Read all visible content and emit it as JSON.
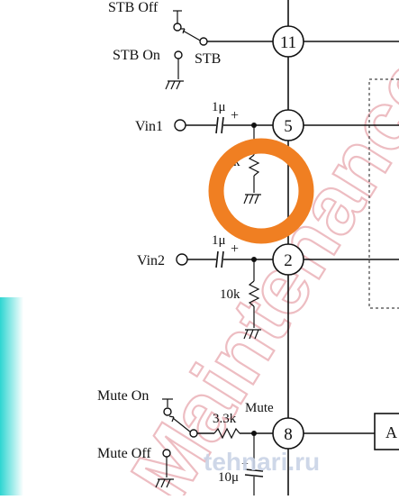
{
  "pins": {
    "p11": "11",
    "p5": "5",
    "p2": "2",
    "p8": "8"
  },
  "labels": {
    "stb_off": "STB Off",
    "stb_on": "STB On",
    "stb": "STB",
    "vin1": "Vin1",
    "vin2": "Vin2",
    "mute_on": "Mute On",
    "mute_off": "Mute Off",
    "mute": "Mute",
    "block_a": "A"
  },
  "components": {
    "cap_vin1": "1μ",
    "cap_vin2": "1μ",
    "cap_mute": "10μ",
    "res_vin1_partial": "k",
    "res_vin2": "10k",
    "res_mute": "3.3k",
    "plus": "+"
  },
  "watermark": {
    "text": "Maintenance",
    "site": "tehnari.ru"
  },
  "colors": {
    "highlight": "#f07f22",
    "watermark": "#e8a7ae",
    "site": "#c9d3e6",
    "edge_glow": "#22d3cf"
  }
}
